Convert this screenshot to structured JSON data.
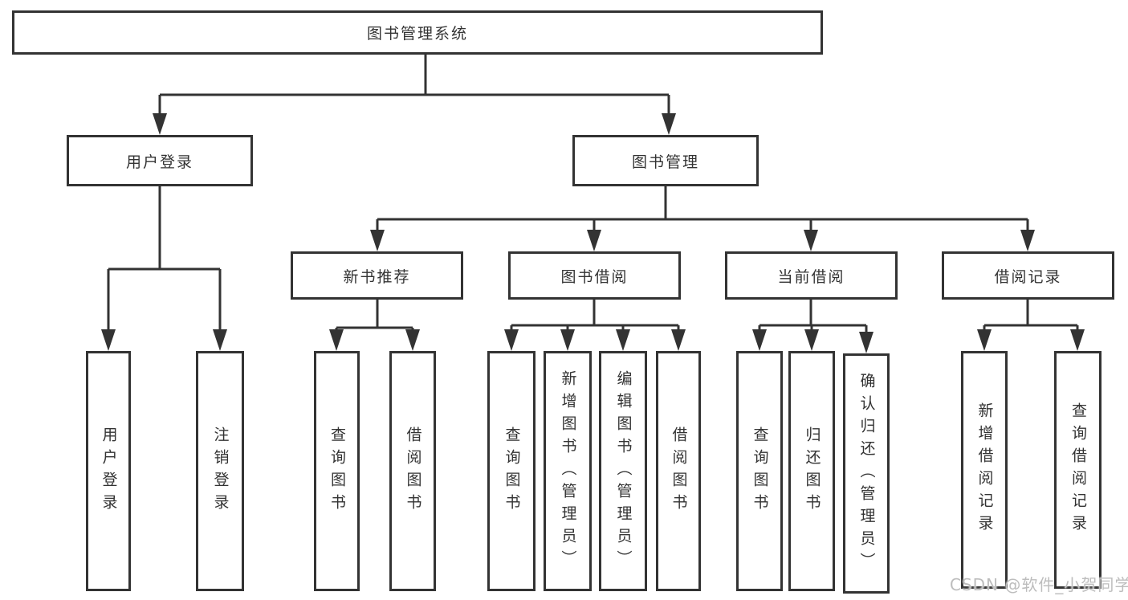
{
  "tree": {
    "label": "图书管理系统",
    "children": [
      {
        "label": "用户登录",
        "children": [
          {
            "label": "用户登录"
          },
          {
            "label": "注销登录"
          }
        ]
      },
      {
        "label": "图书管理",
        "children": [
          {
            "label": "新书推荐",
            "children": [
              {
                "label": "查询图书"
              },
              {
                "label": "借阅图书"
              }
            ]
          },
          {
            "label": "图书借阅",
            "children": [
              {
                "label": "查询图书"
              },
              {
                "label": "新增图书（管理员）"
              },
              {
                "label": "编辑图书（管理员）"
              },
              {
                "label": "借阅图书"
              }
            ]
          },
          {
            "label": "当前借阅",
            "children": [
              {
                "label": "查询图书"
              },
              {
                "label": "归还图书"
              },
              {
                "label": "确认归还（管理员）"
              }
            ]
          },
          {
            "label": "借阅记录",
            "children": [
              {
                "label": "新增借阅记录"
              },
              {
                "label": "查询借阅记录"
              }
            ]
          }
        ]
      }
    ]
  },
  "watermark": {
    "text": "CSDN @软件_小贺同学"
  },
  "colors": {
    "line": "#333333",
    "box_border": "#333333",
    "text": "#333333",
    "watermark": "#bdbdbd",
    "background": "#ffffff"
  }
}
